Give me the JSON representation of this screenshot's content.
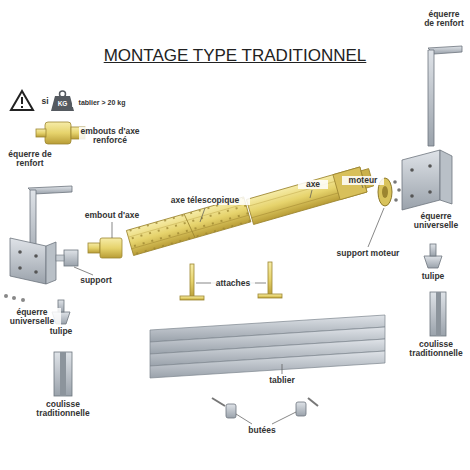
{
  "diagram": {
    "title": "MONTAGE TYPE TRADITIONNEL",
    "labels": [
      "si",
      "KG",
      "tablier > 20 kg",
      "embouts d'axe renforcé",
      "équerre de renfort",
      "axe télescopique",
      "axe",
      "moteur",
      "embout d'axe",
      "support",
      "équerre universelle",
      "attaches",
      "support moteur",
      "équerre de renfort",
      "équerre universelle",
      "tulipe",
      "coulisse traditionnelle",
      "tulipe",
      "coulisse traditionnelle",
      "tablier",
      "butées"
    ]
  }
}
